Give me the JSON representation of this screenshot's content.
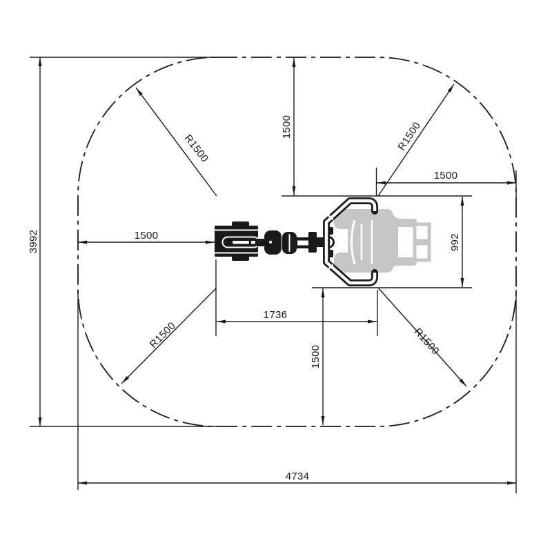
{
  "dims": {
    "overall_height": "3992",
    "overall_width": "4734",
    "clearance_left": "1500",
    "clearance_top": "1500",
    "clearance_right": "1500",
    "clearance_bottom": "1500",
    "equipment_length": "1736",
    "frame_depth": "992",
    "radius_top_left": "R1500",
    "radius_top_right": "R1500",
    "radius_bottom_left": "R1500",
    "radius_bottom_right": "R1500"
  },
  "colors": {
    "line": "#1a1a1a",
    "silhouette": "#c6c6c6",
    "background": "#ffffff"
  }
}
